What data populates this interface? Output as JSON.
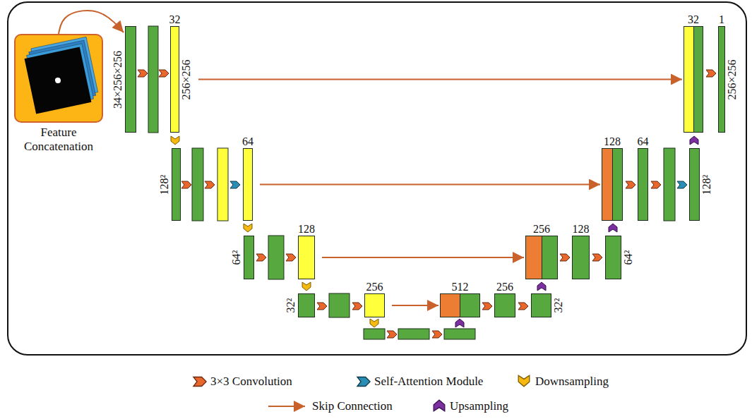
{
  "diagram": {
    "nodes": [
      {
        "text": [
          "Feature Concatenation"
        ]
      },
      {
        "text": [
          "34×256×256"
        ]
      },
      {
        "text": [
          "32",
          "256×256"
        ]
      },
      {
        "text": [
          "32"
        ]
      },
      {
        "text": [
          "1",
          "256×256"
        ]
      },
      {
        "text": [
          "128²"
        ]
      },
      {
        "text": [
          "64"
        ]
      },
      {
        "text": [
          "128"
        ]
      },
      {
        "text": [
          "64"
        ]
      },
      {
        "text": [
          "128²"
        ]
      },
      {
        "text": [
          "64²"
        ]
      },
      {
        "text": [
          "128"
        ]
      },
      {
        "text": [
          "256"
        ]
      },
      {
        "text": [
          "128"
        ]
      },
      {
        "text": [
          "64²"
        ]
      },
      {
        "text": [
          "32²"
        ]
      },
      {
        "text": [
          "256"
        ]
      },
      {
        "text": [
          "512"
        ]
      },
      {
        "text": [
          "256"
        ]
      },
      {
        "text": [
          "32²"
        ]
      }
    ],
    "edges": [
      {
        "from": 0,
        "to": 1,
        "arrow": "to"
      },
      {
        "from": 2,
        "to": 3,
        "arrow": "to"
      },
      {
        "from": 6,
        "to": 7,
        "arrow": "to"
      },
      {
        "from": 11,
        "to": 12,
        "arrow": "to"
      },
      {
        "from": 16,
        "to": 17,
        "arrow": "to"
      }
    ],
    "legend": [
      {
        "text": "3×3 Convolution"
      },
      {
        "text": "Self-Attention Module"
      },
      {
        "text": "Downsampling"
      },
      {
        "text": "Skip Connection"
      },
      {
        "text": "Upsampling"
      }
    ]
  }
}
